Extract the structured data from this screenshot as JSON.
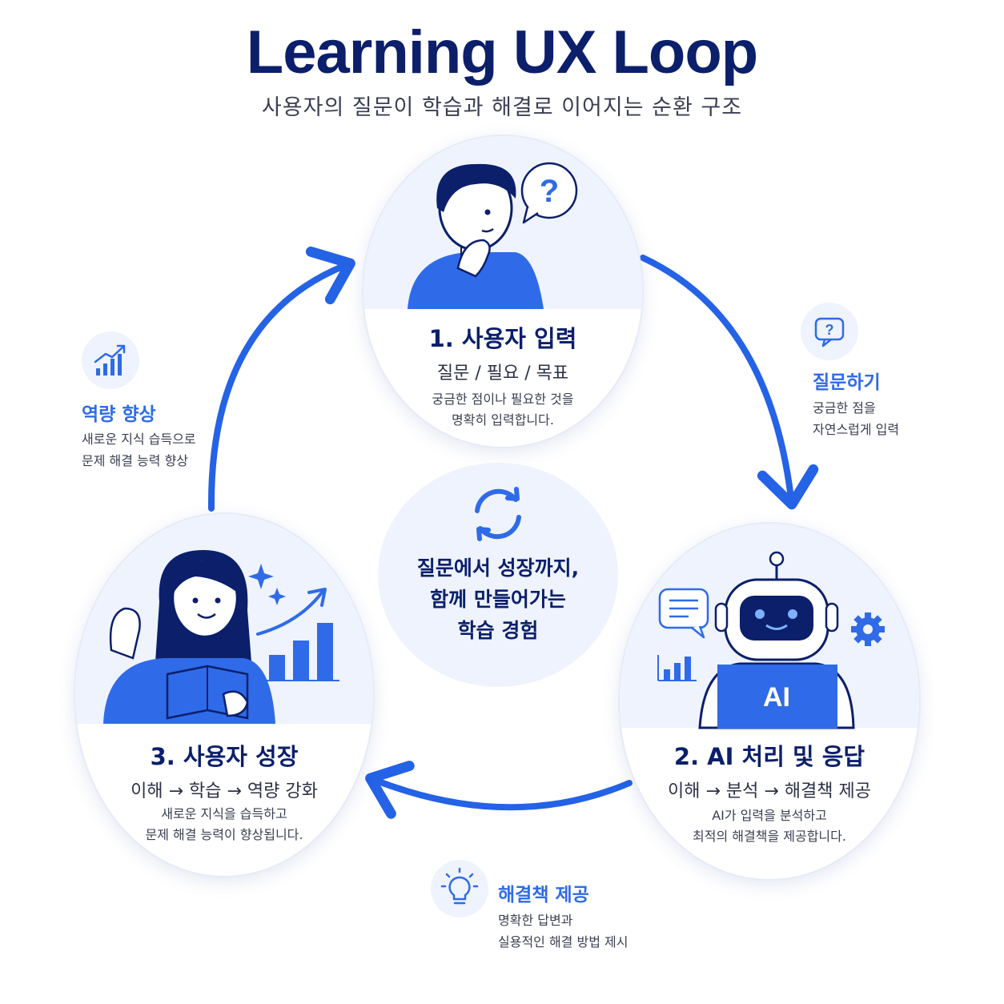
{
  "header": {
    "title": "Learning UX Loop",
    "subtitle": "사용자의 질문이 학습과 해결로 이어지는 순환 구조"
  },
  "steps": [
    {
      "title": "1. 사용자 입력",
      "keywords": "질문 / 필요 / 목표",
      "desc_line1": "궁금한 점이나 필요한 것을",
      "desc_line2": "명확히 입력합니다.",
      "icon": "thinking-person-icon"
    },
    {
      "title": "2. AI 처리 및 응답",
      "keywords": "이해 → 분석 → 해결책 제공",
      "desc_line1": "AI가 입력을 분석하고",
      "desc_line2": "최적의 해결책을 제공합니다.",
      "icon": "ai-robot-icon",
      "badge": "AI"
    },
    {
      "title": "3. 사용자 성장",
      "keywords": "이해 → 학습 → 역량 강화",
      "desc_line1": "새로운 지식을 습득하고",
      "desc_line2": "문제 해결 능력이 향상됩니다.",
      "icon": "reading-person-icon"
    }
  ],
  "center": {
    "line1": "질문에서 성장까지,",
    "line2": "함께 만들어가는",
    "line3": "학습 경험",
    "icon": "refresh-icon"
  },
  "side_notes": [
    {
      "title": "질문하기",
      "line1": "궁금한 점을",
      "line2": "자연스럽게 입력",
      "icon": "question-bubble-icon"
    },
    {
      "title": "해결책 제공",
      "line1": "명확한 답변과",
      "line2": "실용적인 해결 방법 제시",
      "icon": "lightbulb-icon"
    },
    {
      "title": "역량 향상",
      "line1": "새로운 지식 습득으로",
      "line2": "문제 해결 능력 향상",
      "icon": "growth-chart-icon"
    }
  ],
  "colors": {
    "accent": "#2f6be8",
    "navy": "#0b1f6b",
    "light": "#eef3fd",
    "arrow": "#2462e6"
  }
}
